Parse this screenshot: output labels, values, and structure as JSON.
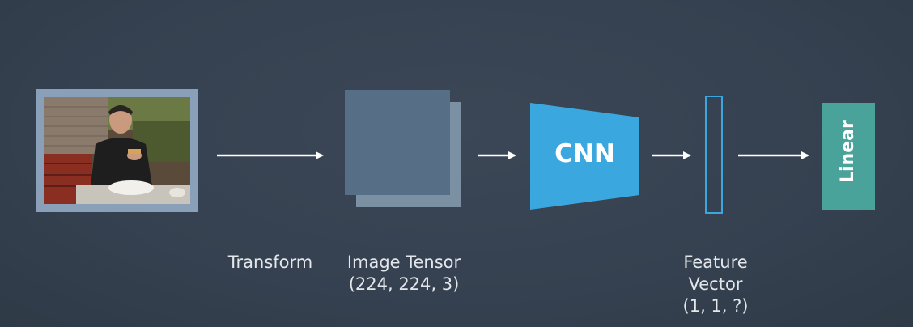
{
  "photo": {
    "description_icon": "photo-icon"
  },
  "labels": {
    "transform": "Transform",
    "image_tensor_line1": "Image Tensor",
    "image_tensor_line2": "(224, 224, 3)",
    "feature_line1": "Feature",
    "feature_line2": "Vector",
    "feature_line3": "(1, 1, ?)"
  },
  "blocks": {
    "cnn": "CNN",
    "linear": "Linear"
  },
  "colors": {
    "background": "#36414f",
    "photo_frame": "#8aa0b8",
    "tensor_front": "#566f86",
    "tensor_back": "#7c90a3",
    "cnn": "#3aa8de",
    "feature_vector": "#3aa8de",
    "linear": "#4aa39a",
    "arrow": "#ffffff"
  }
}
